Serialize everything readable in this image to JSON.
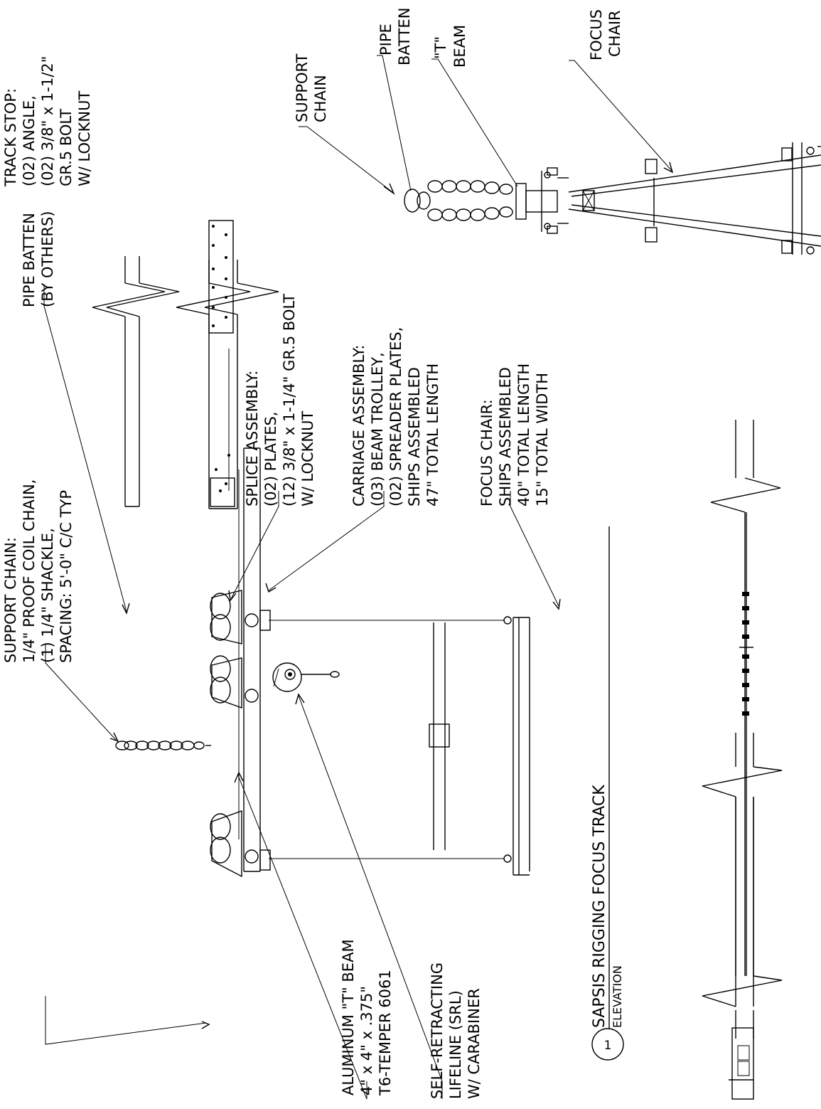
{
  "notes": {
    "track_stop": [
      "TRACK STOP:",
      "(02) ANGLE,",
      "(02) 3/8\" x 1-1/2\"",
      "GR.5 BOLT",
      "W/ LOCKNUT"
    ],
    "support_chain": [
      "SUPPORT CHAIN:",
      "1/4\" PROOF COIL CHAIN,",
      "(1) 1/4\" SHACKLE,",
      "SPACING: 5'-0\" C/C TYP"
    ],
    "pipe_batten": [
      "PIPE BATTEN",
      "(BY OTHERS)"
    ],
    "splice": [
      "SPLICE ASSEMBLY:",
      "(02) PLATES,",
      "(12) 3/8\" x 1-1/4\" GR.5 BOLT",
      "W/ LOCKNUT"
    ],
    "carriage": [
      "CARRIAGE ASSEMBLY:",
      "(03) BEAM TROLLEY,",
      "(02) SPREADER PLATES,",
      "SHIPS ASSEMBLED",
      "47\" TOTAL LENGTH"
    ],
    "focus_chair": [
      "FOCUS CHAIR:",
      "SHIPS ASSEMBLED",
      "40\" TOTAL LENGTH",
      "15\" TOTAL WIDTH"
    ],
    "tbeam": [
      "ALUMINUM \"T\" BEAM",
      "4\" x 4\" x .375\"",
      "T6-TEMPER 6061"
    ],
    "srl": [
      "SELF-RETRACTING",
      "LIFELINE (SRL)",
      "W/ CARABINER"
    ],
    "sec_support": [
      "SUPPORT",
      "CHAIN"
    ],
    "sec_pipe": [
      "PIPE",
      "BATTEN"
    ],
    "sec_tbeam": [
      "\"T\"",
      "BEAM"
    ],
    "sec_focus": [
      "FOCUS",
      "CHAIR"
    ]
  },
  "title_block": {
    "number": "1",
    "title": "SAPSIS RIGGING FOCUS TRACK",
    "subtitle": "ELEVATION"
  }
}
